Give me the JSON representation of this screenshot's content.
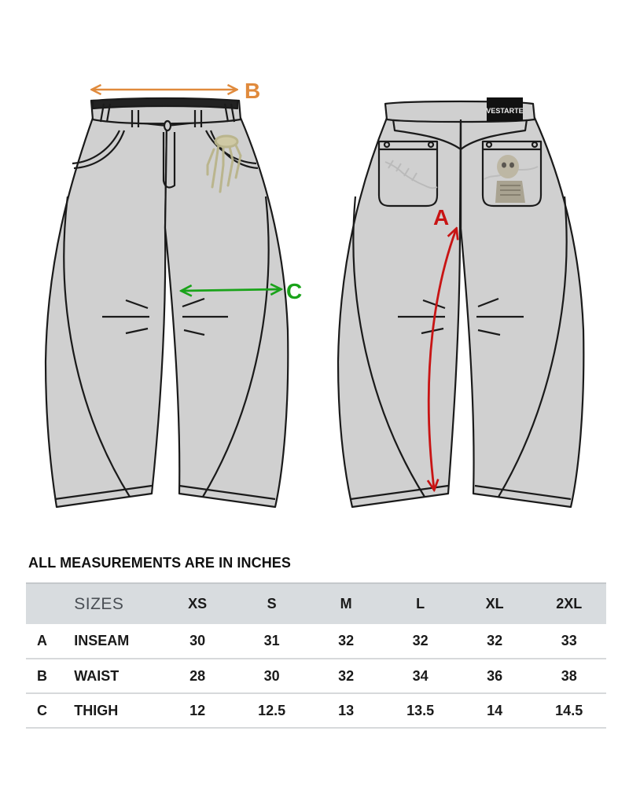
{
  "diagram": {
    "front_view": {
      "label_b": "B",
      "label_c": "C",
      "graphic": "skeleton-hand-print"
    },
    "back_view": {
      "label_a": "A",
      "patch_text": "VESTARTE",
      "left_pocket_graphic": "script-logo-print",
      "right_pocket_graphic": "skeleton-print"
    },
    "colors": {
      "garment_fill": "#d0d0d0",
      "outline": "#1a1a1a",
      "waistband_inner": "#222222",
      "arrow_a": "#c81414",
      "arrow_b": "#e08a3c",
      "arrow_c": "#1aa31a"
    }
  },
  "note": "ALL MEASUREMENTS ARE IN INCHES",
  "table": {
    "header": {
      "label": "SIZES",
      "sizes": [
        "XS",
        "S",
        "M",
        "L",
        "XL",
        "2XL"
      ]
    },
    "rows": [
      {
        "key": "A",
        "name": "INSEAM",
        "values": [
          "30",
          "31",
          "32",
          "32",
          "32",
          "33"
        ]
      },
      {
        "key": "B",
        "name": "WAIST",
        "values": [
          "28",
          "30",
          "32",
          "34",
          "36",
          "38"
        ]
      },
      {
        "key": "C",
        "name": "THIGH",
        "values": [
          "12",
          "12.5",
          "13",
          "13.5",
          "14",
          "14.5"
        ]
      }
    ],
    "header_bg": "#d8dcdf"
  }
}
